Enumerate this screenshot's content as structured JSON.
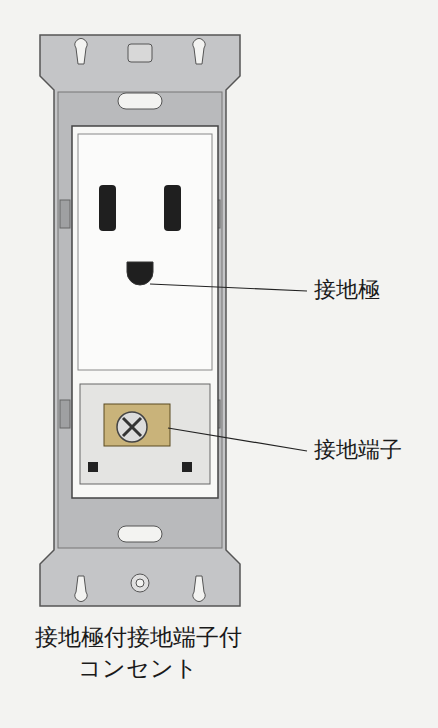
{
  "diagram": {
    "caption": "接地極付接地端子付 コンセント",
    "labels": [
      "接地極",
      "接地端子"
    ]
  }
}
